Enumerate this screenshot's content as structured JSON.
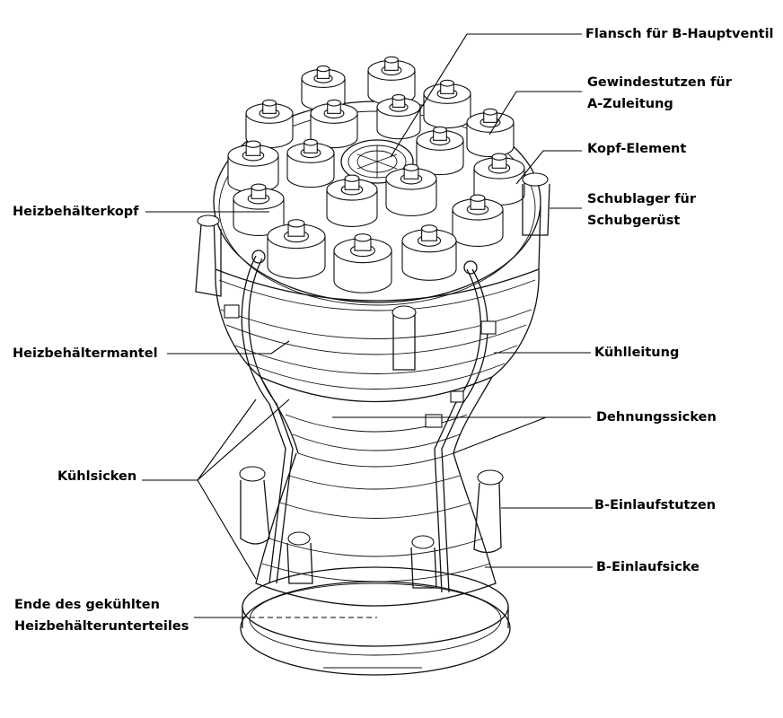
{
  "labels": {
    "flansch": "Flansch für B-Hauptventil",
    "gewinde_1": "Gewindestutzen für",
    "gewinde_2": "A-Zuleitung",
    "kopf_element": "Kopf-Element",
    "schub_1": "Schublager für",
    "schub_2": "Schubgerüst",
    "heizkopf": "Heizbehälterkopf",
    "heizmantel": "Heizbehältermantel",
    "kuehlleitung": "Kühlleitung",
    "dehnung": "Dehnungssicken",
    "kuehlsicken": "Kühlsicken",
    "b_stutzen": "B-Einlaufstutzen",
    "b_sicke": "B-Einlaufsicke",
    "ende_1": "Ende des gekühlten",
    "ende_2": "Heizbehälterunterteiles"
  }
}
